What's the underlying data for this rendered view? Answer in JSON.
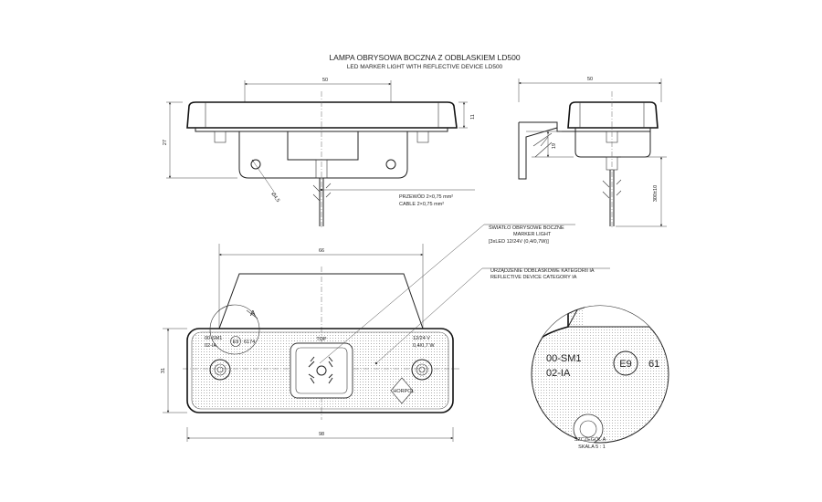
{
  "title": {
    "main": "LAMPA OBRYSOWA BOCZNA Z ODBLASKIEM LD500",
    "sub": "LED MARKER LIGHT WITH REFLECTIVE DEVICE LD500"
  },
  "dimensions": {
    "front_width": "50",
    "front_height": "27",
    "front_top": "11",
    "hole_dia": "Ø4,5",
    "side_width": "50",
    "side_depth": "19",
    "cable_length": "300±10",
    "plan_hole_spacing": "66",
    "plan_total_width": "98",
    "plan_height": "31"
  },
  "cable_note": {
    "pl": "PRZEWÓD 2×0,75 mm²",
    "en": "CABLE 2×0,75 mm²"
  },
  "marker_note": {
    "pl": "ŚWIATŁO OBRYSOWE BOCZNE",
    "en": "MARKER LIGHT",
    "spec": "[3xLED 12/24V (0,4/0,7W)]"
  },
  "reflector_note": {
    "pl": "URZĄDZENIE ODBLASKOWE KATEGORII IA",
    "en": "REFLECTIVE DEVICE CATEGORY IA"
  },
  "lamp_labels": {
    "code1": "00-SM1",
    "code2": "02-IA",
    "approval": "E9",
    "approval_num": "6174",
    "top": "TOP",
    "voltage": "12/24 V",
    "power": "0,4/0,7 W",
    "brand": "HORPOL"
  },
  "detail": {
    "marker": "A",
    "code1": "00-SM1",
    "code2": "02-IA",
    "approval": "E9",
    "approval_partial": "61",
    "caption1": "SZCZEGÓŁ A",
    "caption2": "SKALA 5 : 1"
  }
}
